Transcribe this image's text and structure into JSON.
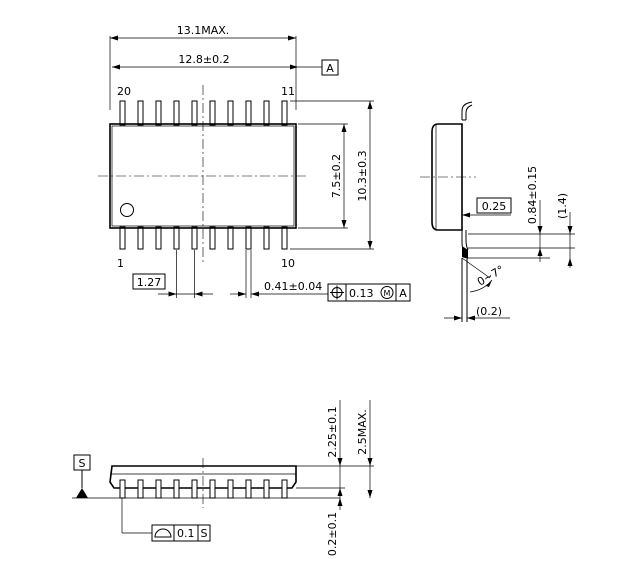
{
  "top_view": {
    "overall_length": "13.1MAX.",
    "body_length": "12.8±0.2",
    "datum_a": "A",
    "pin_20": "20",
    "pin_11": "11",
    "pin_1": "1",
    "pin_10": "10",
    "body_width": "7.5±0.2",
    "overall_width": "10.3±0.3",
    "pitch": "1.27",
    "lead_width": "0.41±0.04",
    "position_tolerance": "0.13",
    "modifier": "M",
    "tolerance_datum": "A"
  },
  "side_view": {
    "lead_length": "0.25",
    "foot_length": "0.84±0.15",
    "lead_reach": "(1.4)",
    "foot_angle": "0~7°",
    "lead_thickness": "(0.2)"
  },
  "front_view": {
    "datum_s": "S",
    "body_height": "2.25±0.1",
    "overall_height": "2.5MAX.",
    "standoff": "0.2±0.1",
    "flatness": "0.1",
    "flatness_datum": "S"
  },
  "icons": {
    "position": "position-tolerance-icon",
    "flatness": "flatness-icon",
    "max_material": "max-material-icon"
  }
}
